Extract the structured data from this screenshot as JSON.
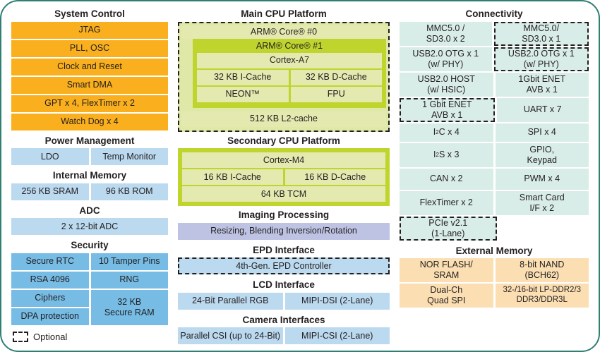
{
  "legend": {
    "label": "Optional",
    "icon": "dashed-box-icon"
  },
  "colors": {
    "orange": "#faaf1e",
    "light_blue": "#bbd9ef",
    "medium_blue": "#77bce5",
    "mint": "#d9ede8",
    "peach": "#fbdfb3",
    "lavender": "#bec3e3",
    "olive_green": "#bfd52e",
    "pale_green": "#e4e9b0",
    "frame": "#2f7f72"
  },
  "left_column": {
    "system_control": {
      "title": "System Control",
      "items": [
        "JTAG",
        "PLL, OSC",
        "Clock and Reset",
        "Smart DMA",
        "GPT x 4, FlexTimer x 2",
        "Watch Dog x 4"
      ]
    },
    "power_management": {
      "title": "Power Management",
      "items": [
        "LDO",
        "Temp Monitor"
      ]
    },
    "internal_memory": {
      "title": "Internal Memory",
      "items": [
        "256 KB SRAM",
        "96 KB ROM"
      ]
    },
    "adc": {
      "title": "ADC",
      "items": [
        "2 x 12-bit ADC"
      ]
    },
    "security": {
      "title": "Security",
      "left_items": [
        "Secure RTC",
        "RSA 4096",
        "Ciphers",
        "DPA protection"
      ],
      "right_items": [
        "10 Tamper Pins",
        "RNG",
        "32 KB\nSecure RAM"
      ],
      "secure_ram_line1": "32 KB",
      "secure_ram_line2": "Secure RAM",
      "tamper_pins": "10 Tamper Pins",
      "rng": "RNG",
      "secure_rtc": "Secure RTC",
      "rsa": "RSA 4096",
      "ciphers": "Ciphers",
      "dpa": "DPA protection"
    }
  },
  "middle_column": {
    "main_cpu": {
      "title": "Main CPU Platform",
      "core0": "ARM® Core® #0",
      "core1": "ARM® Core® #1",
      "cortex": "Cortex-A7",
      "icache": "32 KB I-Cache",
      "dcache": "32 KB D-Cache",
      "neon": "NEON™",
      "fpu": "FPU",
      "l2cache": "512 KB L2-cache"
    },
    "secondary_cpu": {
      "title": "Secondary CPU Platform",
      "cortex": "Cortex-M4",
      "icache": "16 KB I-Cache",
      "dcache": "16 KB D-Cache",
      "tcm": "64 KB TCM"
    },
    "imaging": {
      "title": "Imaging Processing",
      "item": "Resizing, Blending Inversion/Rotation"
    },
    "epd": {
      "title": "EPD Interface",
      "item": "4th-Gen. EPD Controller"
    },
    "lcd": {
      "title": "LCD Interface",
      "items": [
        "24-Bit Parallel RGB",
        "MIPI-DSI (2-Lane)"
      ]
    },
    "camera": {
      "title": "Camera Interfaces",
      "items": [
        "Parallel CSI (up to 24-Bit)",
        "MIPI-CSI (2-Lane)"
      ]
    }
  },
  "right_column": {
    "connectivity": {
      "title": "Connectivity",
      "rows": [
        {
          "left": {
            "line1": "MMC5.0 /",
            "line2": "SD3.0 x 2",
            "optional": false
          },
          "right": {
            "line1": "MMC5.0/",
            "line2": "SD3.0 x 1",
            "optional": true
          }
        },
        {
          "left": {
            "line1": "USB2.0 OTG x 1",
            "line2": "(w/ PHY)",
            "optional": false
          },
          "right": {
            "line1": "USB2.0 OTG x 1",
            "line2": "(w/ PHY)",
            "optional": true
          }
        },
        {
          "left": {
            "line1": "USB2.0 HOST",
            "line2": "(w/ HSIC)",
            "optional": false
          },
          "right": {
            "line1": "1Gbit ENET",
            "line2": "AVB x 1",
            "optional": false
          }
        },
        {
          "left": {
            "line1": "1 Gbit ENET",
            "line2": "AVB x 1",
            "optional": true
          },
          "right": {
            "line1": "UART x 7",
            "line2": "",
            "optional": false
          }
        }
      ],
      "i2c": "I²C x 4",
      "spi": "SPI x 4",
      "i2s": "I²S x 3",
      "gpio_line1": "GPIO,",
      "gpio_line2": "Keypad",
      "can": "CAN x 2",
      "pwm": "PWM x 4",
      "flextimer": "FlexTimer x 2",
      "smartcard_line1": "Smart Card",
      "smartcard_line2": "I/F x 2",
      "pcie_line1": "PCIe v2.1",
      "pcie_line2": "(1-Lane)"
    },
    "external_memory": {
      "title": "External Memory",
      "nor_line1": "NOR FLASH/",
      "nor_line2": "SRAM",
      "nand_line1": "8-bit NAND",
      "nand_line2": "(BCH62)",
      "qspi_line1": "Dual-Ch",
      "qspi_line2": "Quad SPI",
      "ddr_line1": "32-/16-bit LP-DDR2/3",
      "ddr_line2": "DDR3/DDR3L"
    }
  }
}
